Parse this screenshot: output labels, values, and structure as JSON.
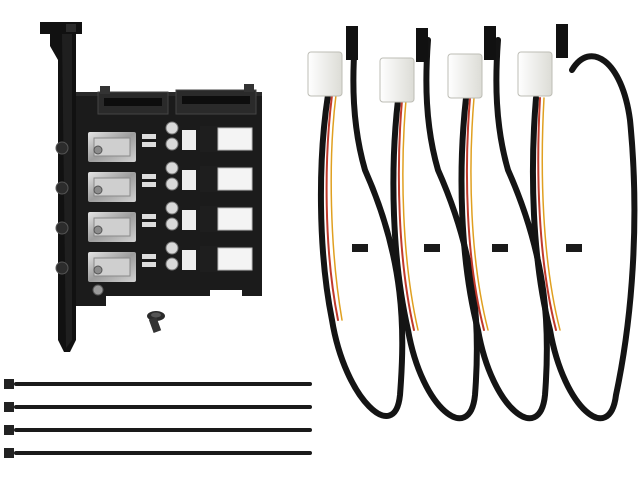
{
  "photo": {
    "background_color": "#ffffff",
    "colors": {
      "bracket": "#111111",
      "pcb": "#1b1b1b",
      "sata_connector": "#2a2a2a",
      "molex_housing": "#f2f2ee",
      "wire_black": "#141414",
      "wire_red": "#c0392b",
      "wire_yellow": "#e0a020",
      "switch_metal": "#b9b9b9",
      "cable_tie": "#1a1a1a"
    },
    "objects": {
      "adapter_card": {
        "switch_count": 4,
        "sata_power_inputs": 2,
        "molex_outputs": 4
      },
      "power_cables": {
        "count": 4,
        "connector": "molex-4pin"
      },
      "cable_ties": {
        "count": 4
      },
      "screw": {
        "count": 1
      }
    }
  }
}
